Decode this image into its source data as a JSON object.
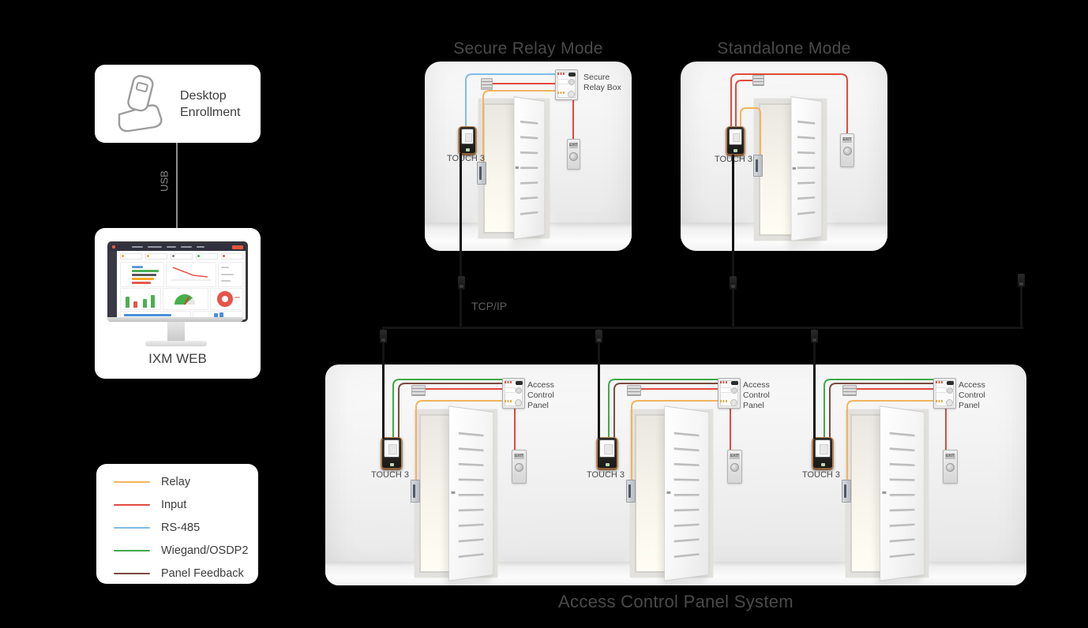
{
  "colors": {
    "relay": "#F2B45F",
    "input": "#E14A3E",
    "rs485": "#81BCE9",
    "wiegand": "#3FAA49",
    "panel_feedback": "#7C4B41",
    "cable": "#141414"
  },
  "left_column": {
    "desktop_enrollment_label": "Desktop Enrollment",
    "usb_label": "USB",
    "ixm_web_label": "IXM WEB",
    "legend": {
      "items": [
        {
          "label": "Relay",
          "color": "#F2B45F"
        },
        {
          "label": "Input",
          "color": "#E14A3E"
        },
        {
          "label": "RS-485",
          "color": "#81BCE9"
        },
        {
          "label": "Wiegand/OSDP2",
          "color": "#3FAA49"
        },
        {
          "label": "Panel Feedback",
          "color": "#7C4B41"
        }
      ]
    }
  },
  "network": {
    "tcpip_label": "TCP/IP"
  },
  "secure_relay_mode": {
    "title": "Secure Relay Mode",
    "device_label": "TOUCH 3",
    "relay_box_label": "Secure Relay Box",
    "exit_label": "EXIT"
  },
  "standalone_mode": {
    "title": "Standalone Mode",
    "device_label": "TOUCH 3",
    "exit_label": "EXIT"
  },
  "acp_system": {
    "caption": "Access Control Panel System",
    "device_label": "TOUCH 3",
    "panel_label": "Access Control Panel",
    "exit_label": "EXIT"
  }
}
